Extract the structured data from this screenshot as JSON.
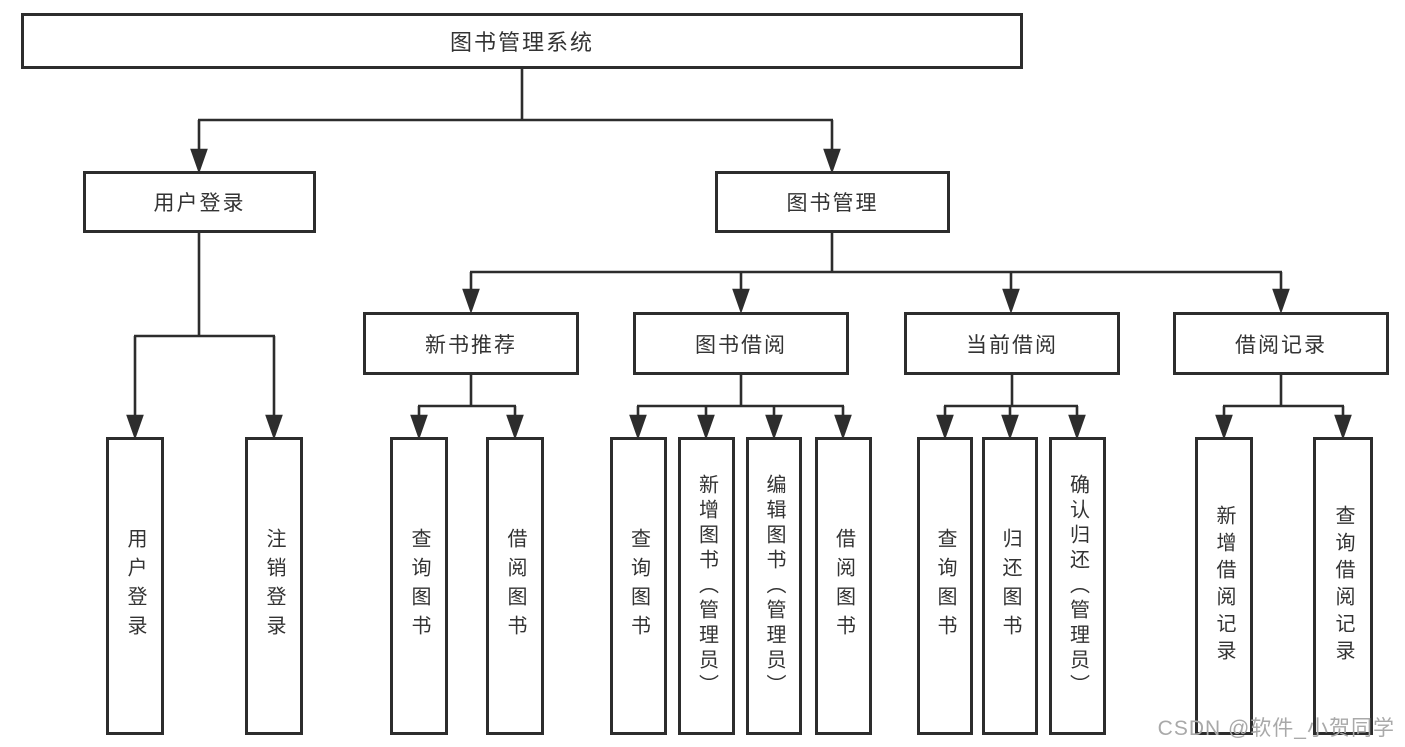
{
  "diagram_type": "tree",
  "root": {
    "label": "图书管理系统",
    "children": [
      {
        "label": "用户登录",
        "children": [
          {
            "label": "用户登录"
          },
          {
            "label": "注销登录"
          }
        ]
      },
      {
        "label": "图书管理",
        "children": [
          {
            "label": "新书推荐",
            "children": [
              {
                "label": "查询图书"
              },
              {
                "label": "借阅图书"
              }
            ]
          },
          {
            "label": "图书借阅",
            "children": [
              {
                "label": "查询图书"
              },
              {
                "label": "新增图书（管理员）"
              },
              {
                "label": "编辑图书（管理员）"
              },
              {
                "label": "借阅图书"
              }
            ]
          },
          {
            "label": "当前借阅",
            "children": [
              {
                "label": "查询图书"
              },
              {
                "label": "归还图书"
              },
              {
                "label": "确认归还（管理员）"
              }
            ]
          },
          {
            "label": "借阅记录",
            "children": [
              {
                "label": "新增借阅记录"
              },
              {
                "label": "查询借阅记录"
              }
            ]
          }
        ]
      }
    ]
  },
  "watermark": {
    "text": "CSDN @软件_小贺同学"
  },
  "colors": {
    "line": "#2d2d2d",
    "text": "#333333",
    "background": "#ffffff",
    "watermark": "#a9a9a9"
  }
}
